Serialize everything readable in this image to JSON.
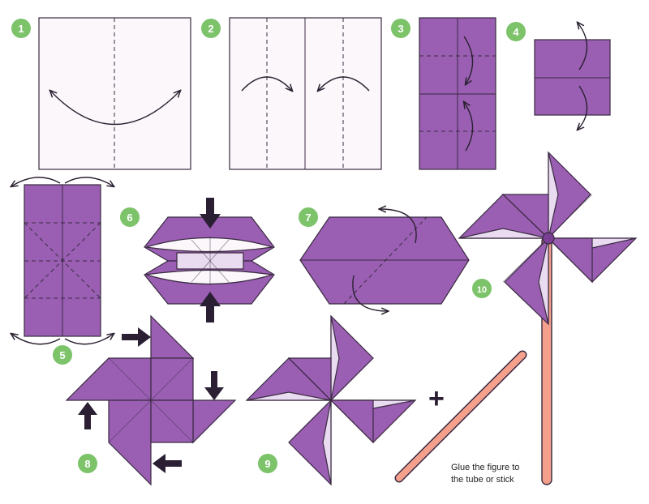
{
  "steps": [
    "1",
    "2",
    "3",
    "4",
    "5",
    "6",
    "7",
    "8",
    "9",
    "10"
  ],
  "plus_sign": "+",
  "caption": {
    "line1": "Glue the figure to",
    "line2": "the tube or stick"
  },
  "colors": {
    "badge": "#7cc36a",
    "paper_purple": "#9a5fb3",
    "paper_white": "#fbf7fb",
    "paper_light": "#eadcf0",
    "stick": "#f4a08c",
    "outline": "#3a2a40"
  }
}
